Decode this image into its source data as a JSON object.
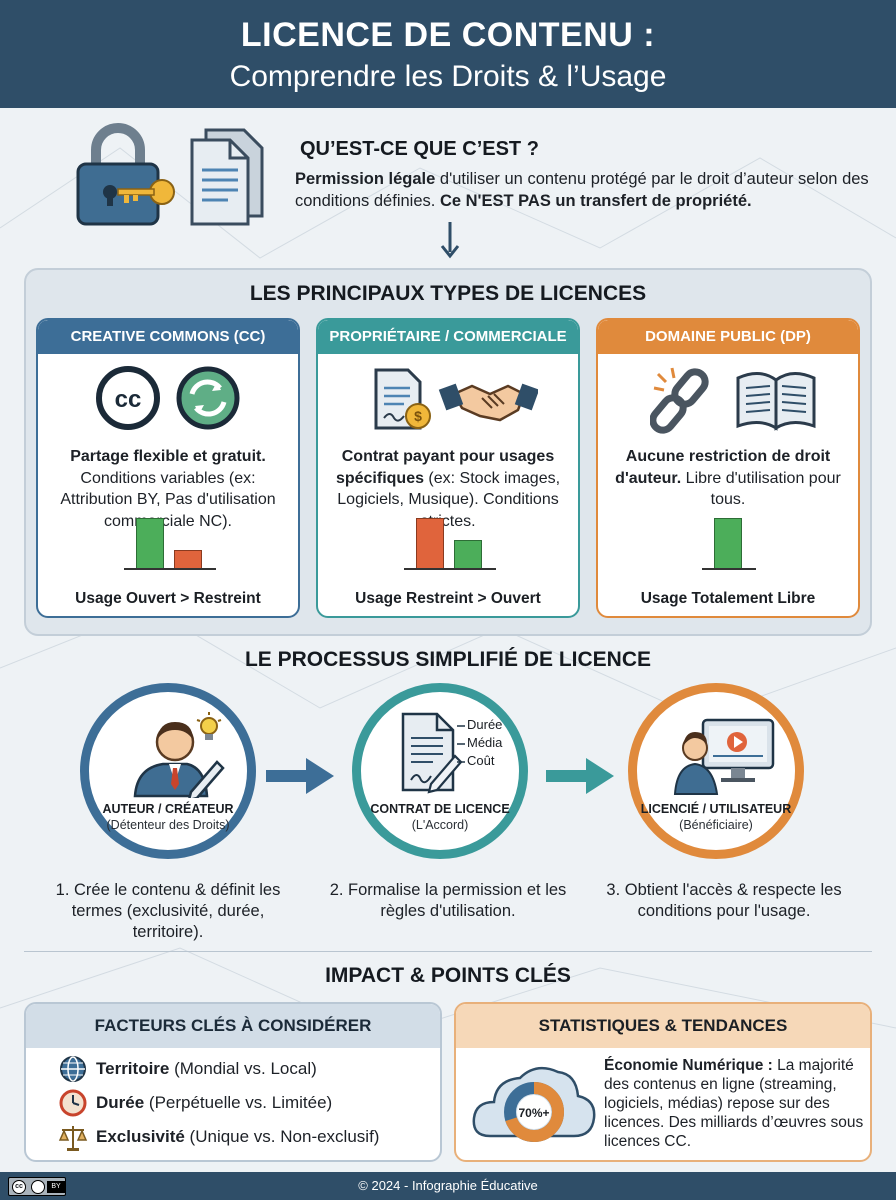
{
  "header": {
    "title": "LICENCE DE CONTENU :",
    "subtitle": "Comprendre les Droits & l’Usage"
  },
  "intro": {
    "heading": "QU’EST-CE QUE C’EST ?",
    "bold1": "Permission légale",
    "text1": " d'utiliser un contenu protégé par le droit d’auteur selon des conditions définies. ",
    "bold2": "Ce N'EST PAS un transfert de propriété."
  },
  "types": {
    "heading": "LES PRINCIPAUX TYPES DE LICENCES",
    "cards": [
      {
        "label": "CREATIVE COMMONS (CC)",
        "bold": "Partage flexible et gratuit.",
        "text": " Conditions variables (ex: Attribution BY, Pas d'utilisation commerciale NC).",
        "footer": "Usage Ouvert > Restreint",
        "cc_glyph": "cc"
      },
      {
        "label": "PROPRIÉTAIRE / COMMERCIALE",
        "bold": "Contrat payant pour usages spécifiques",
        "text": " (ex: Stock images, Logiciels, Musique). Conditions strictes.",
        "footer": "Usage Restreint > Ouvert"
      },
      {
        "label": "DOMAINE PUBLIC (DP)",
        "bold": "Aucune restriction de droit d'auteur.",
        "text": " Libre d'utilisation pour tous.",
        "footer": "Usage Totalement Libre"
      }
    ]
  },
  "process": {
    "heading": "LE PROCESSUS SIMPLIFIÉ DE LICENCE",
    "contract_terms": [
      "Durée",
      "Média",
      "Coût"
    ],
    "steps": [
      {
        "title": "AUTEUR / CRÉATEUR",
        "sub": "(Détenteur des Droits)",
        "desc": "1. Crée le contenu & définit les termes (exclusivité, durée, territoire)."
      },
      {
        "title": "CONTRAT DE LICENCE",
        "sub": "(L'Accord)",
        "desc": "2. Formalise la permission et les règles d'utilisation."
      },
      {
        "title": "LICENCIÉ / UTILISATEUR",
        "sub": "(Bénéficiaire)",
        "desc": "3. Obtient l'accès & respecte les conditions pour l'usage."
      }
    ]
  },
  "impact": {
    "heading": "IMPACT & POINTS CLÉS",
    "factors": {
      "heading": "FACTEURS CLÉS À CONSIDÉRER",
      "items": [
        {
          "bold": "Territoire",
          "text": " (Mondial vs. Local)",
          "icon": "globe-icon"
        },
        {
          "bold": "Durée",
          "text": " (Perpétuelle vs. Limitée)",
          "icon": "clock-icon"
        },
        {
          "bold": "Exclusivité",
          "text": " (Unique vs. Non-exclusif)",
          "icon": "scales-icon"
        }
      ]
    },
    "stats": {
      "heading": "STATISTIQUES & TENDANCES",
      "donut_label": "70%+",
      "donut_value": 0.7,
      "bold": "Économie Numérique :",
      "text": " La majorité des contenus en ligne (streaming, logiciels, médias) repose sur des licences. Des milliards d’œuvres sous licences CC."
    }
  },
  "footer": {
    "text": "© 2024 - Infographie Éducative",
    "badge_cc": "cc",
    "badge_by": "BY"
  },
  "colors": {
    "navy": "#2f4e68",
    "blue": "#3d6e97",
    "teal": "#3a9a9a",
    "orange": "#e08a3c",
    "green": "#4cae5a",
    "red_orange": "#e0643c"
  }
}
